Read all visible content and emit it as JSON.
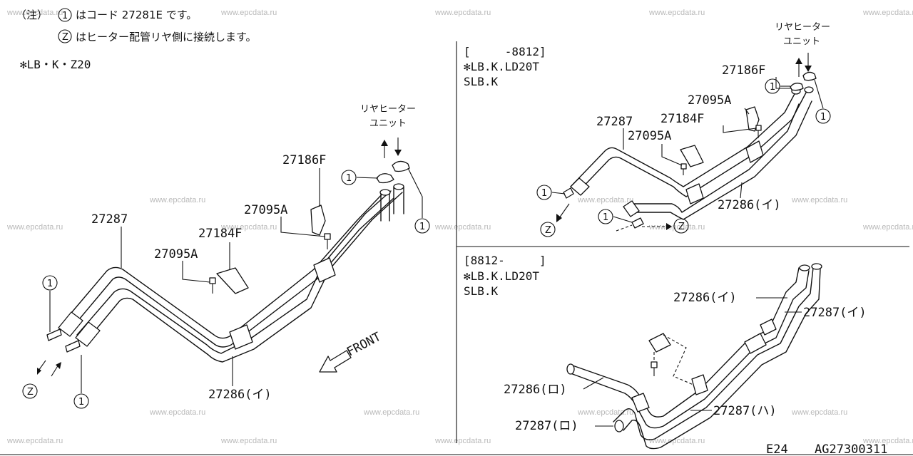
{
  "watermark": "www.epcdata.ru",
  "notes": {
    "line1_prefix": "（注）",
    "line1_marker": "1",
    "line1_text": "はコード 27281E です。",
    "line2_marker": "Z",
    "line2_text": "はヒーター配管リヤ側に接続します。"
  },
  "panels": {
    "left": {
      "spec": "✻LB・K・Z20",
      "rear_heater_line1": "リヤヒーター",
      "rear_heater_line2": "ユニット",
      "front": "FRONT",
      "parts": {
        "p27287": "27287",
        "p27186F": "27186F",
        "p27095A_upper": "27095A",
        "p27184F": "27184F",
        "p27095A_lower": "27095A",
        "p27286": "27286(イ)"
      },
      "markers": {
        "one": "1",
        "z": "Z"
      }
    },
    "top_right": {
      "range": "[     -8812]",
      "spec_line1": "✻LB.K.LD20T",
      "spec_line2": "SLB.K",
      "rear_heater_line1": "リヤヒーター",
      "rear_heater_line2": "ユニット",
      "parts": {
        "p27186F": "27186F",
        "p27095A_upper": "27095A",
        "p27287": "27287",
        "p27184F": "27184F",
        "p27095A_lower": "27095A",
        "p27286": "27286(イ)"
      },
      "markers": {
        "one": "1",
        "z": "Z"
      }
    },
    "bottom_right": {
      "range": "[8812-     ]",
      "spec_line1": "✻LB.K.LD20T",
      "spec_line2": "SLB.K",
      "parts": {
        "p27286_i": "27286(イ)",
        "p27287_i": "27287(イ)",
        "p27286_ro": "27286(ロ)",
        "p27287_ha": "27287(ハ)",
        "p27287_ro": "27287(ロ)"
      }
    }
  },
  "footer": {
    "page": "E24",
    "code": "AG27300311"
  }
}
